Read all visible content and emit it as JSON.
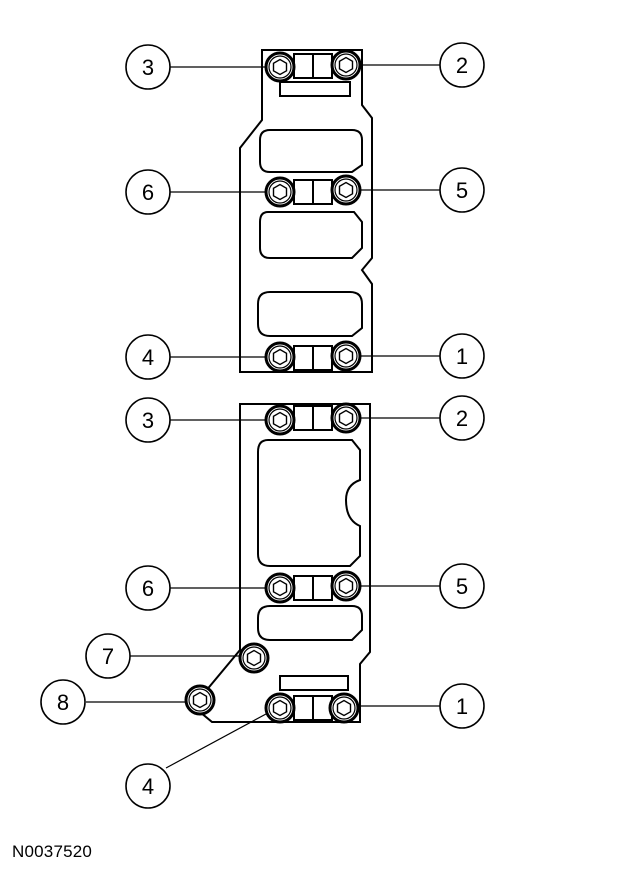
{
  "figure_id": "N0037520",
  "colors": {
    "line": "#000000",
    "background": "#ffffff"
  },
  "upper_callouts": {
    "top_left": "3",
    "top_right": "2",
    "middle_left": "6",
    "middle_right": "5",
    "bottom_left": "4",
    "bottom_right": "1"
  },
  "lower_callouts": {
    "top_left": "3",
    "top_right": "2",
    "middle_left": "6",
    "middle_right": "5",
    "bottom_right": "1",
    "bottom_left": "4",
    "extra_upper": "7",
    "extra_lower": "8"
  },
  "icons": {
    "bolt": "hex-bolt-icon",
    "callout": "numbered-circle-callout"
  }
}
